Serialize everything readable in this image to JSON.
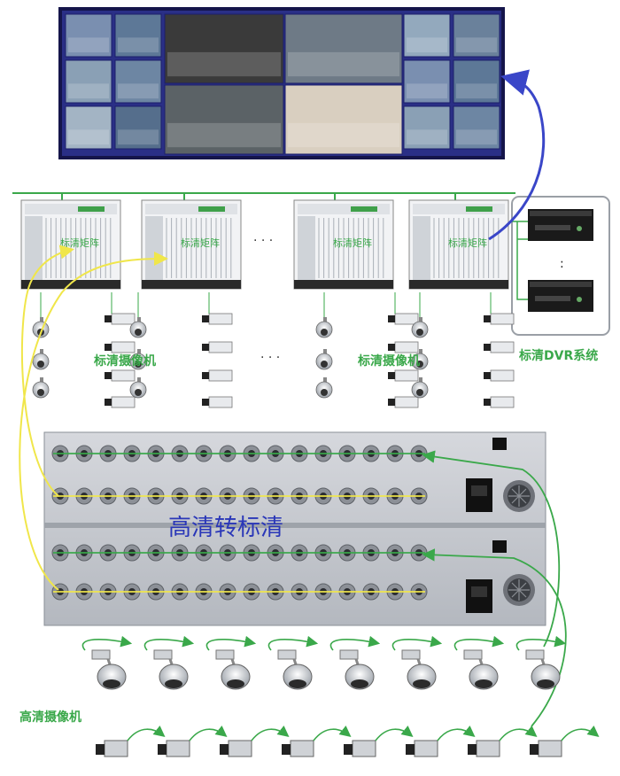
{
  "labels": {
    "sd_matrix": "标清矩阵",
    "sd_camera": "标清摄像机",
    "sd_dvr": "标清DVR系统",
    "hd_to_sd": "高清转标清",
    "hd_camera": "高清摄像机",
    "ellipsis_h": "· · ·",
    "ellipsis_v": ":"
  },
  "colors": {
    "wall_frame": "#2a2f86",
    "green_line": "#3aa84a",
    "green_text": "#3aa84a",
    "yellow_line": "#f0e64a",
    "blue_arrow": "#3a46c8",
    "title_blue": "#2a37b8",
    "chassis": "#c9ccd2"
  }
}
